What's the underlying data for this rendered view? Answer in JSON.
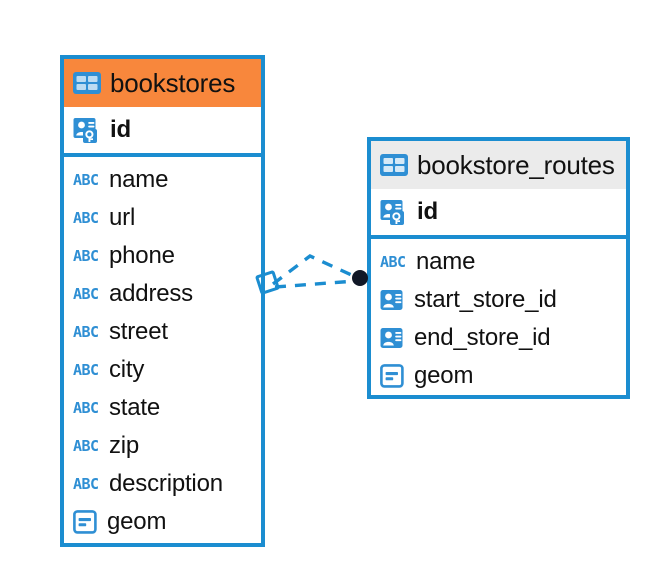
{
  "diagram": {
    "type": "entity-relationship-diagram",
    "background_color": "#ffffff",
    "accent_color": "#1b8dd0",
    "highlight_color": "#f8873c",
    "header_gray": "#ebebeb"
  },
  "entities": [
    {
      "name": "bookstores",
      "header_style": "accent-orange",
      "primary_key": {
        "label": "id",
        "icon": "primary-key-icon"
      },
      "fields": [
        {
          "label": "name",
          "icon": "abc-text-icon"
        },
        {
          "label": "url",
          "icon": "abc-text-icon"
        },
        {
          "label": "phone",
          "icon": "abc-text-icon"
        },
        {
          "label": "address",
          "icon": "abc-text-icon"
        },
        {
          "label": "street",
          "icon": "abc-text-icon"
        },
        {
          "label": "city",
          "icon": "abc-text-icon"
        },
        {
          "label": "state",
          "icon": "abc-text-icon"
        },
        {
          "label": "zip",
          "icon": "abc-text-icon"
        },
        {
          "label": "description",
          "icon": "abc-text-icon"
        },
        {
          "label": "geom",
          "icon": "geometry-icon"
        }
      ]
    },
    {
      "name": "bookstore_routes",
      "header_style": "accent-gray",
      "primary_key": {
        "label": "id",
        "icon": "primary-key-icon"
      },
      "fields": [
        {
          "label": "name",
          "icon": "abc-text-icon"
        },
        {
          "label": "start_store_id",
          "icon": "foreign-key-icon"
        },
        {
          "label": "end_store_id",
          "icon": "foreign-key-icon"
        },
        {
          "label": "geom",
          "icon": "geometry-icon"
        }
      ]
    }
  ],
  "relationship": {
    "name": "bookstores-to-bookstore-routes",
    "line_style": "dashed",
    "color": "#1b8dd0",
    "source_marker": "diamond-outline",
    "target_marker": "filled-circle",
    "abc_glyph": "ABC"
  }
}
